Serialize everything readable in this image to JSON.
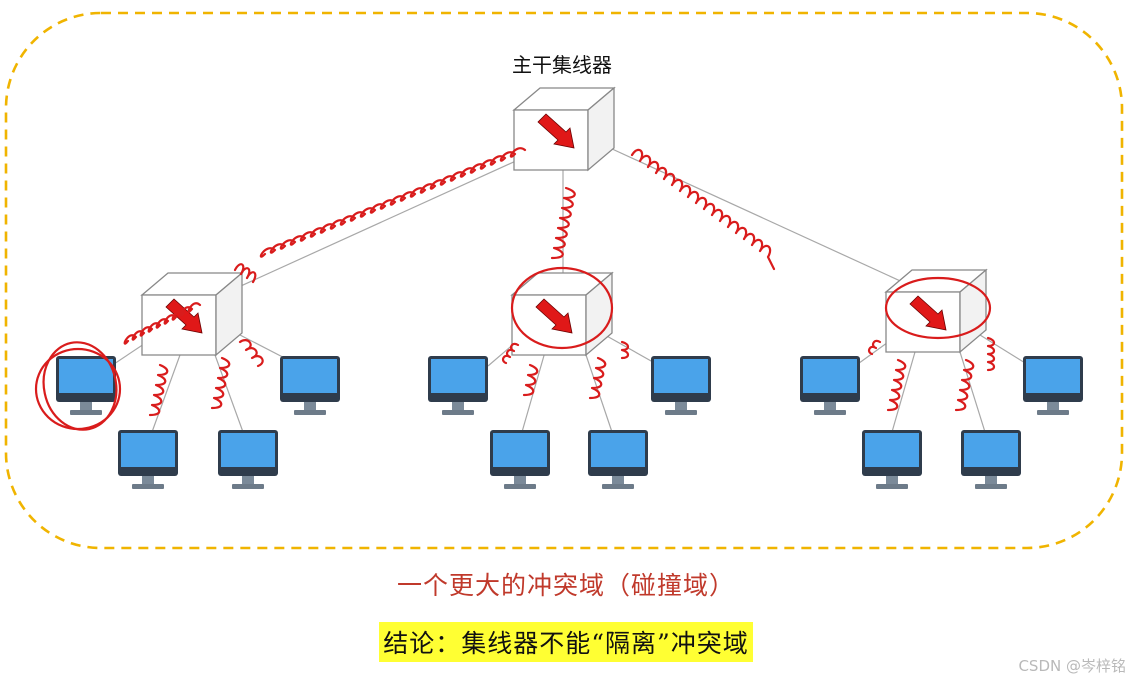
{
  "diagram": {
    "backbone_hub_label": "主干集线器",
    "caption": "一个更大的冲突域（碰撞域）",
    "conclusion": "结论：集线器不能“隔离”冲突域",
    "watermark": "CSDN @岑梓铭",
    "colors": {
      "boundary": "#f0b400",
      "annotation": "#d91c1c",
      "monitor": "#4aa3ea",
      "highlight": "#ffff33"
    },
    "hubs": [
      {
        "id": "backbone",
        "role": "backbone-hub"
      },
      {
        "id": "left",
        "role": "hub",
        "computers": 4
      },
      {
        "id": "middle",
        "role": "hub",
        "computers": 4
      },
      {
        "id": "right",
        "role": "hub",
        "computers": 4
      }
    ]
  }
}
